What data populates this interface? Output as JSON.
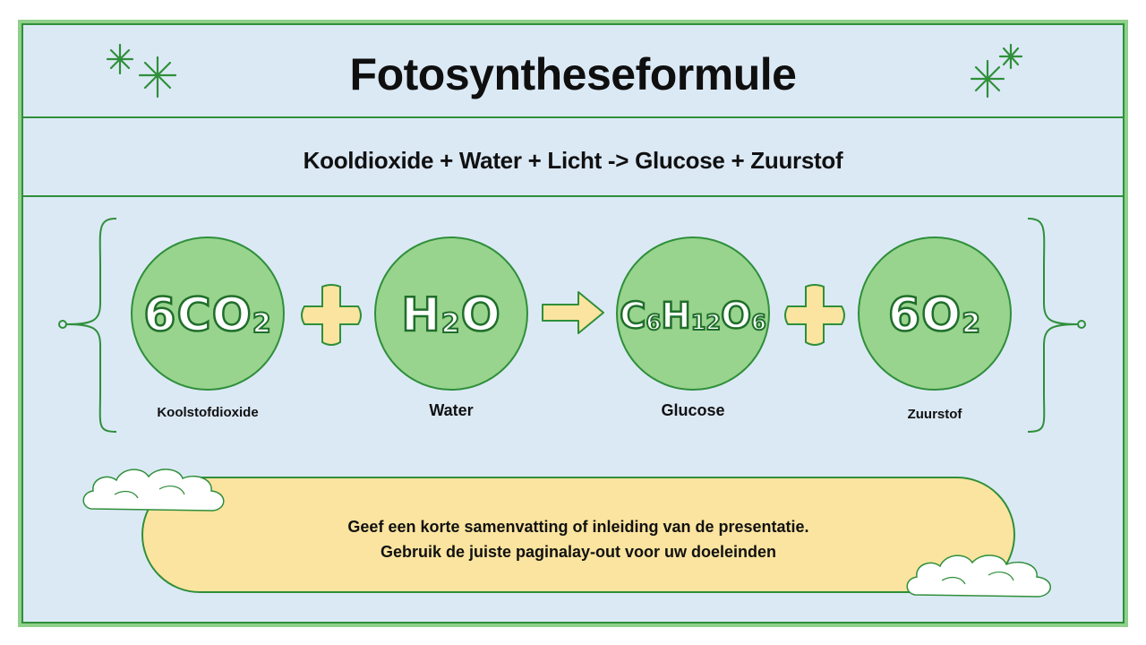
{
  "title": "Fotosyntheseformule",
  "word_equation": "Kooldioxide + Water + Licht -> Glucose + Zuurstof",
  "molecules": [
    {
      "main": "6CO",
      "sub": "2",
      "tail": "",
      "label": "Koolstofdioxide"
    },
    {
      "main": "H",
      "sub": "2",
      "tail": "O",
      "label": "Water"
    },
    {
      "main": "C",
      "sub": "6",
      "mid": "H",
      "sub2": "12",
      "tail": "O",
      "sub3": "6",
      "label": "Glucose"
    },
    {
      "main": "6O",
      "sub": "2",
      "tail": "",
      "label": "Zuurstof"
    }
  ],
  "summary": {
    "line1": "Geef een korte samenvatting of inleiding van de presentatie.",
    "line2": "Gebruik de juiste paginalay-out voor uw doeleinden"
  },
  "colors": {
    "background": "#dbe9f5",
    "border_green": "#2f8f3a",
    "circle_green": "#98d48e",
    "operator_yellow": "#fbe49f"
  },
  "icons": [
    "sparkle-icon",
    "plus-icon",
    "arrow-right-icon",
    "cloud-icon",
    "curly-brace-icon"
  ]
}
